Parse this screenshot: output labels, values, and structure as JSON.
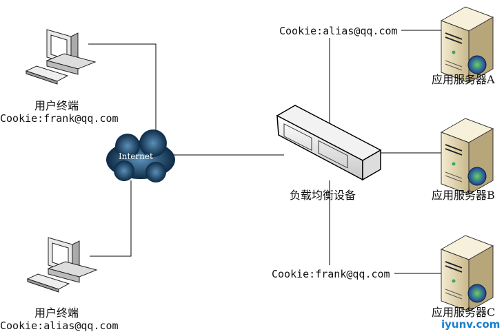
{
  "clients": [
    {
      "label": "用户终端",
      "cookie": "Cookie:frank@qq.com"
    },
    {
      "label": "用户终端",
      "cookie": "Cookie:alias@qq.com"
    }
  ],
  "cloud": {
    "label": "Internet"
  },
  "load_balancer": {
    "label": "负载均衡设备"
  },
  "servers": [
    {
      "label": "应用服务器A",
      "cookie": "Cookie:alias@qq.com"
    },
    {
      "label": "应用服务器B"
    },
    {
      "label": "应用服务器C",
      "cookie": "Cookie:frank@qq.com"
    }
  ],
  "watermark": "iyunv.com"
}
